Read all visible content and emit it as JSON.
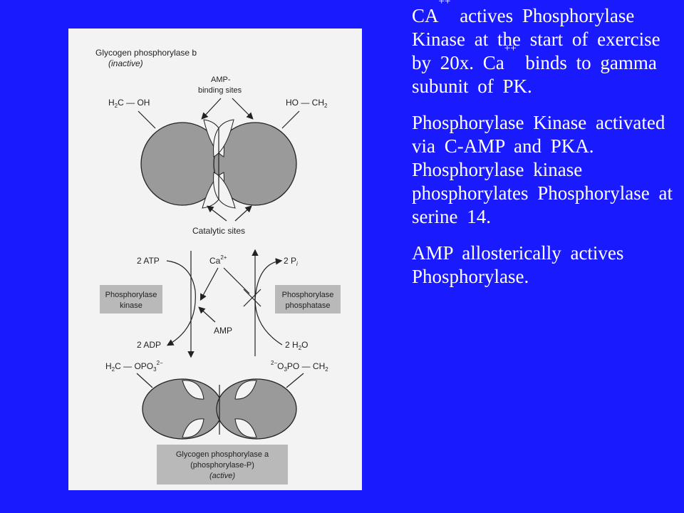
{
  "figure": {
    "top_title": "Glycogen phosphorylase b",
    "top_state": "(inactive)",
    "amp_sites_1": "AMP-",
    "amp_sites_2": "binding sites",
    "left_group_a": "H",
    "left_group_sub": "2",
    "left_group_b": "C — OH",
    "right_group_a": "HO — CH",
    "right_group_sub": "2",
    "catalytic_sites": "Catalytic sites",
    "atp": "2 ATP",
    "ca_label": "Ca",
    "ca_charge": "2+",
    "pi_label": "2 P",
    "pi_sub": "i",
    "kinase_1": "Phosphorylase",
    "kinase_2": "kinase",
    "phosphatase_1": "Phosphorylase",
    "phosphatase_2": "phosphatase",
    "amp_label": "AMP",
    "adp": "2 ADP",
    "water": "2 H",
    "water_sub": "2",
    "water_end": "O",
    "bl_a": "H",
    "bl_sub": "2",
    "bl_b": "C — OPO",
    "bl_sub2": "3",
    "bl_charge": "2−",
    "br_charge": "2−",
    "br_a": "O",
    "br_sub": "3",
    "br_b": "PO — CH",
    "br_sub2": "2",
    "bottom_title": "Glycogen phosphorylase a",
    "bottom_sub": "(phosphorylase-P)",
    "bottom_state": "(active)"
  },
  "notes": {
    "p1_a": "CA",
    "p1_sup1": "++",
    "p1_b": " actives Phosphorylase Kinase at the start of exercise by 20x.  Ca",
    "p1_sup2": "++",
    "p1_c": " binds to gamma subunit of PK.",
    "p2": "Phosphorylase Kinase activated via C-AMP and PKA. Phosphorylase kinase phosphorylates Phosphorylase at serine 14.",
    "p3": "AMP allosterically actives Phosphorylase."
  },
  "colors": {
    "background": "#1a1aff",
    "figure_bg": "#f3f3f3",
    "enzyme_fill": "#9a9a9a",
    "box_fill": "#b9b9b9"
  }
}
